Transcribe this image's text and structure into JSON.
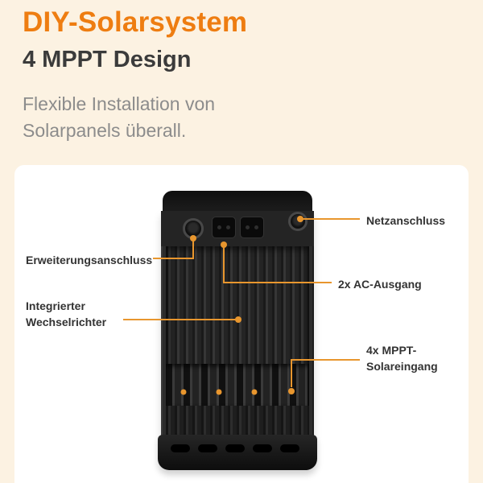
{
  "header": {
    "title": "DIY-Solarsystem",
    "subtitle": "4 MPPT Design",
    "description_line1": "Flexible Installation von",
    "description_line2": "Solarpanels überall."
  },
  "annotations": {
    "netzanschluss": "Netzanschluss",
    "erweiterungsanschluss": "Erweiterungsanschluss",
    "ac_ausgang": "2x AC-Ausgang",
    "wechselrichter_line1": "Integrierter",
    "wechselrichter_line2": "Wechselrichter",
    "mppt_line1": "4x MPPT-",
    "mppt_line2": "Solareingang"
  },
  "colors": {
    "accent_orange": "#ee7d11",
    "callout_orange": "#e8962e",
    "background_cream": "#fcf2e2",
    "panel_white": "#ffffff",
    "text_dark": "#333333",
    "text_gray": "#8c8c8c"
  }
}
